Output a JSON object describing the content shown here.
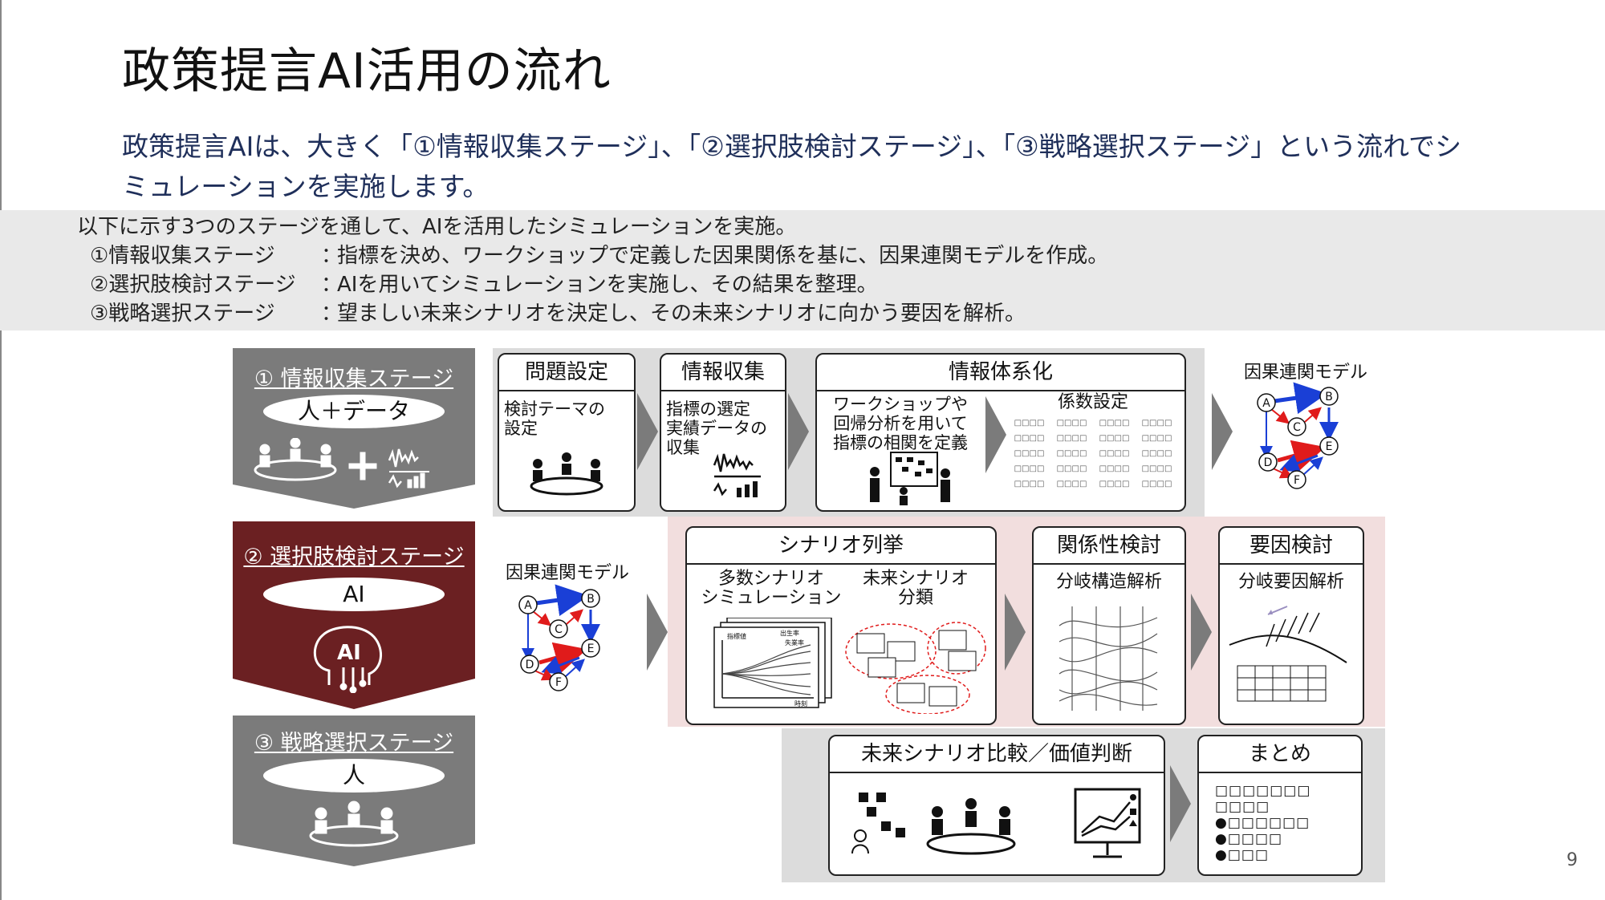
{
  "slide": {
    "title": "政策提言AI活用の流れ",
    "subtitle": "政策提言AIは、大きく「①情報収集ステージ」、「②選択肢検討ステージ」、「③戦略選択ステージ」という流れでシミュレーションを実施します。",
    "page_number": "9"
  },
  "summary": {
    "intro": "以下に示す3つのステージを通して、AIを活用したシミュレーションを実施。",
    "colon": "：",
    "items": [
      {
        "label": "①情報収集ステージ",
        "desc": "指標を決め、ワークショップで定義した因果関係を基に、因果連関モデルを作成。"
      },
      {
        "label": "②選択肢検討ステージ",
        "desc": "AIを用いてシミュレーションを実施し、その結果を整理。"
      },
      {
        "label": "③戦略選択ステージ",
        "desc": "望ましい未来シナリオを決定し、その未来シナリオに向かう要因を解析。"
      }
    ]
  },
  "stages": [
    {
      "title": "① 情報収集ステージ",
      "pill": "人＋データ",
      "color": "#7b7b7b"
    },
    {
      "title": "② 選択肢検討ステージ",
      "pill": "AI",
      "color": "#6b2022"
    },
    {
      "title": "③ 戦略選択ステージ",
      "pill": "人",
      "color": "#7b7b7b"
    }
  ],
  "row1": {
    "cards": [
      {
        "head": "問題設定",
        "text": "検討テーマの\n設定"
      },
      {
        "head": "情報収集",
        "text": "指標の選定\n実績データの\n収集"
      },
      {
        "head": "情報体系化",
        "left_text": "ワークショップや\n回帰分析を用いて\n指標の相関を定義",
        "right_label": "係数設定",
        "cell": "□□□□"
      }
    ],
    "model_label": "因果連関モデル"
  },
  "row2": {
    "model_label": "因果連関モデル",
    "cards": [
      {
        "head": "シナリオ列挙",
        "left_label": "多数シナリオ\nシミュレーション",
        "right_label": "未来シナリオ\n分類"
      },
      {
        "head": "関係性検討",
        "sub": "分岐構造解析"
      },
      {
        "head": "要因検討",
        "sub": "分岐要因解析"
      }
    ],
    "chart_labels": {
      "y": "指標値",
      "legend1": "出生率",
      "legend2": "失業率",
      "x": "時刻"
    }
  },
  "row3": {
    "cards": [
      {
        "head": "未来シナリオ比較／価値判断"
      },
      {
        "head": "まとめ",
        "lines": [
          "□□□□□□□",
          "□□□□",
          "●□□□□□□",
          "●□□□□",
          "●□□□"
        ]
      }
    ]
  },
  "nodes": [
    "A",
    "B",
    "C",
    "D",
    "E",
    "F"
  ],
  "colors": {
    "grey_stage": "#7b7b7b",
    "ai_stage": "#6b2022",
    "panel_grey": "#dcdcdc",
    "panel_pink": "#f2dede",
    "blue": "#1a3fd6",
    "red": "#e01b1b"
  }
}
